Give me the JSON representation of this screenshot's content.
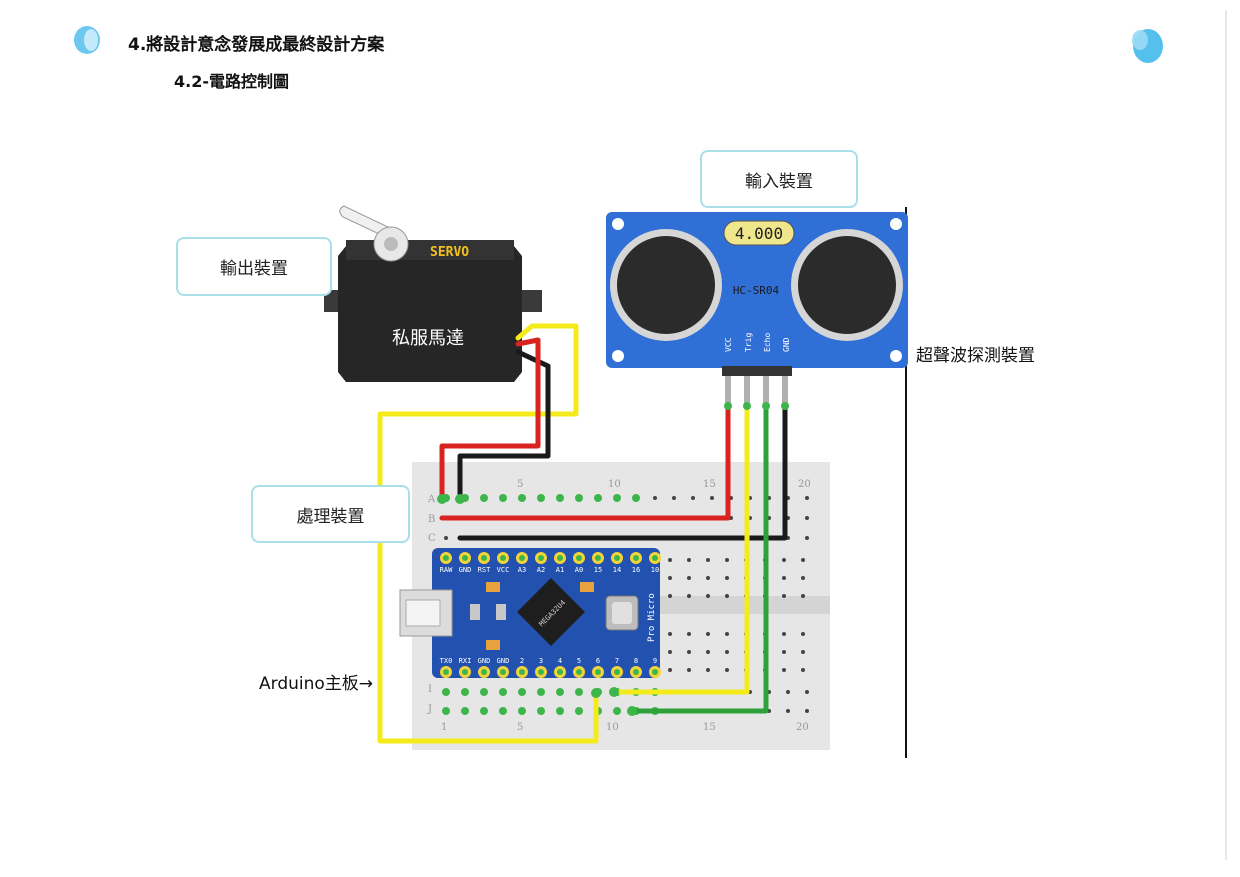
{
  "header": {
    "title": "4.將設計意念發展成最終設計方案",
    "subtitle": "4.2-電路控制圖"
  },
  "labels": {
    "input_device": "輸入裝置",
    "output_device": "輸出裝置",
    "processing_device": "處理裝置",
    "ultrasonic_device": "超聲波探測裝置",
    "arduino_board": "Arduino主板→",
    "servo_motor": "私服馬達"
  },
  "servo": {
    "brand": "SERVO"
  },
  "sensor": {
    "display": "4.000",
    "model": "HC-SR04",
    "pins": [
      "VCC",
      "Trig",
      "Echo",
      "GND"
    ]
  },
  "arduino": {
    "chip": "MEGA32U4",
    "board_name": "Pro Micro",
    "top_pins": [
      "RAW",
      "GND",
      "RST",
      "VCC",
      "A3",
      "A2",
      "A1",
      "A0",
      "15",
      "14",
      "16",
      "10"
    ],
    "bottom_pins": [
      "TX0",
      "RXI",
      "GND",
      "GND",
      "2",
      "3",
      "4",
      "5",
      "6",
      "7",
      "8",
      "9"
    ]
  },
  "breadboard": {
    "rows": [
      "A",
      "B",
      "C",
      "I",
      "J"
    ],
    "col_numbers": [
      "5",
      "10",
      "15",
      "20"
    ],
    "bottom_numbers": [
      "1",
      "5",
      "10",
      "15",
      "20"
    ]
  },
  "colors": {
    "label_border": "#a8dfe8",
    "sensor_blue": "#2f6fd6",
    "board_blue": "#2251b0",
    "wire_red": "#d8231f",
    "wire_black": "#1a1a1a",
    "wire_yellow": "#f5ea1a",
    "wire_green": "#2ea23a",
    "pin_green": "#3cb64a"
  },
  "icons": [
    "blue-drop-icon-left",
    "blue-drop-icon-right"
  ]
}
